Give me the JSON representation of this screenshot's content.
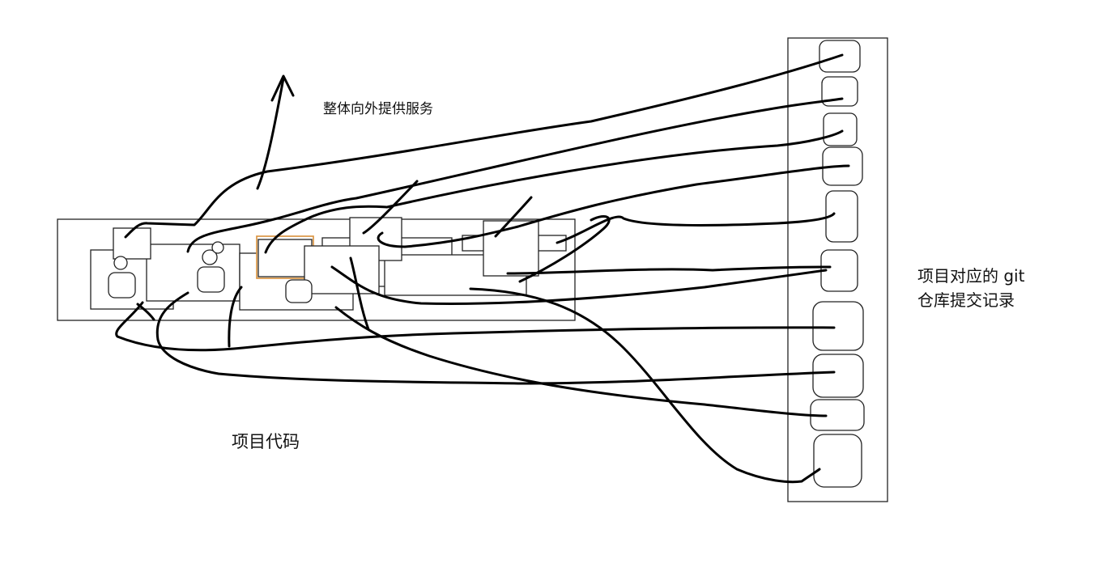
{
  "labels": {
    "service": "整体向外提供服务",
    "project_code": "项目代码",
    "git_records_line1": "项目对应的 git",
    "git_records_line2": "仓库提交记录"
  },
  "colors": {
    "ink": "#000000",
    "box": "#222222",
    "highlight": "#d9903a",
    "background": "#ffffff"
  }
}
